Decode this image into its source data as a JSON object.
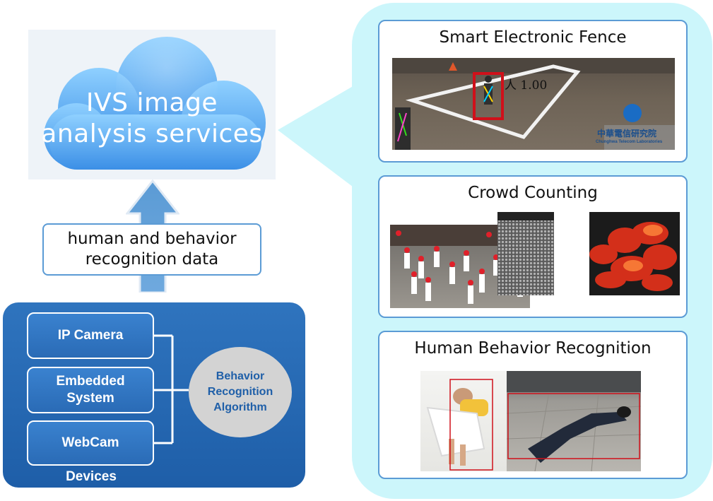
{
  "cloud": {
    "title_line1": "IVS image",
    "title_line2": "analysis services"
  },
  "data_box": {
    "line1": "human and behavior",
    "line2": "recognition data"
  },
  "devices": {
    "items": [
      {
        "lines": [
          "IP Camera"
        ]
      },
      {
        "lines": [
          "Embedded",
          "System"
        ]
      },
      {
        "lines": [
          "WebCam"
        ]
      }
    ],
    "algorithm": {
      "line1": "Behavior",
      "line2": "Recognition",
      "line3": "Algorithm"
    },
    "label": "Devices"
  },
  "cards": [
    {
      "title": "Smart Electronic Fence",
      "detection_label": "人 1.00",
      "logo_text": "中華電信研究院",
      "logo_subtext": "Chunghwa Telecom Laboratories"
    },
    {
      "title": "Crowd Counting"
    },
    {
      "title": "Human Behavior Recognition"
    }
  ],
  "colors": {
    "accent_blue": "#5b9bd5",
    "panel_blue": "#2f74be",
    "right_panel_bg": "#ccf6fb",
    "algorithm_text": "#1f5fa8",
    "detection_red": "#d0101a"
  }
}
